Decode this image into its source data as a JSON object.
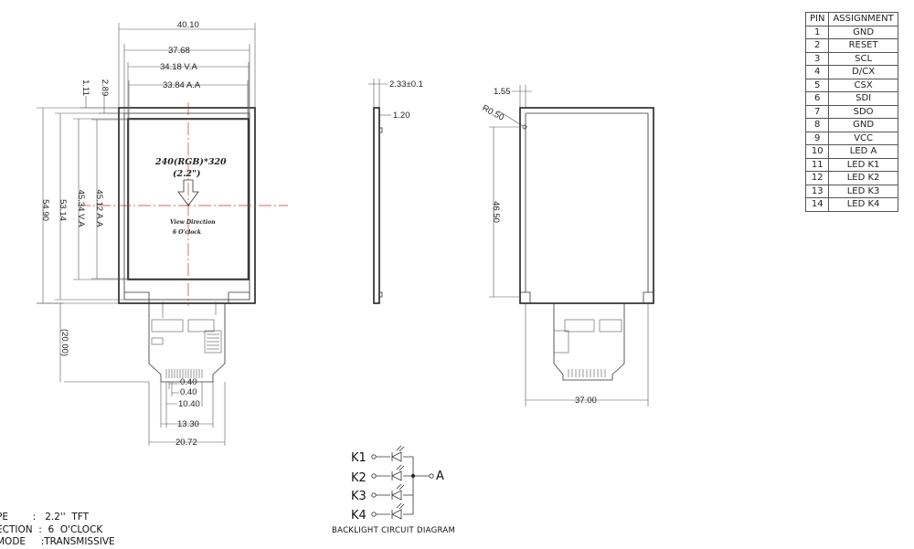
{
  "front_view": {
    "dims": {
      "overall_width": "40.10",
      "width_2": "37.68",
      "va_width": "34.18  V.A",
      "aa_width": "33.84  A.A",
      "offset_1": "1.11",
      "offset_2": "2.89",
      "overall_height": "54.90",
      "height_2": "53.14",
      "va_height": "45.34  V.A",
      "aa_height": "45.12  A.A",
      "fpc_length": "(20.00)",
      "pitch_1": "0.40",
      "pitch_2": "0.40",
      "pin_span": "10.40",
      "fpc_span": "13.30",
      "fpc_width": "20.72"
    },
    "lcd_text": {
      "resolution": "240(RGB)*320",
      "size": "(2.2\")",
      "view_direction_1": "View Direction",
      "view_direction_2": "6  O'clock"
    }
  },
  "side_view": {
    "dims": {
      "thickness": "2.33±0.1",
      "offset": "1.20"
    }
  },
  "rear_view": {
    "dims": {
      "offset": "1.55",
      "radius": "R0.50",
      "height": "46.50",
      "width": "37.00"
    }
  },
  "pin_table": {
    "headers": [
      "PIN",
      "ASSIGNMENT"
    ],
    "rows": [
      {
        "pin": "1",
        "assignment": "GND"
      },
      {
        "pin": "2",
        "assignment": "RESET"
      },
      {
        "pin": "3",
        "assignment": "SCL"
      },
      {
        "pin": "4",
        "assignment": "D/CX"
      },
      {
        "pin": "5",
        "assignment": "CSX"
      },
      {
        "pin": "6",
        "assignment": "SDI"
      },
      {
        "pin": "7",
        "assignment": "SDO"
      },
      {
        "pin": "8",
        "assignment": "GND"
      },
      {
        "pin": "9",
        "assignment": "VCC"
      },
      {
        "pin": "10",
        "assignment": "LED  A"
      },
      {
        "pin": "11",
        "assignment": "LED  K1"
      },
      {
        "pin": "12",
        "assignment": "LED  K2"
      },
      {
        "pin": "13",
        "assignment": "LED  K3"
      },
      {
        "pin": "14",
        "assignment": "LED  K4"
      }
    ]
  },
  "backlight": {
    "caption": "BACKLIGHT CIRCUIT DIAGRAM",
    "labels": [
      "K1",
      "K2",
      "K3",
      "K4"
    ],
    "anode": "A"
  },
  "spec": {
    "line1": "PE        :   2.2''  TFT",
    "line2": "ECTION  :  6  O'CLOCK",
    "line3": "MODE     :TRANSMISSIVE"
  }
}
